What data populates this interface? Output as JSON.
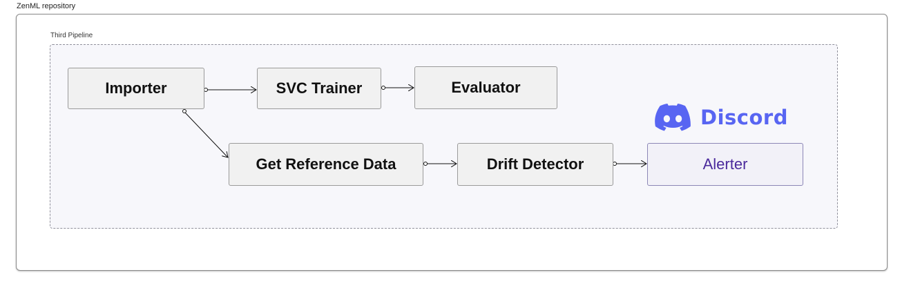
{
  "repository": {
    "title": "ZenML repository"
  },
  "pipeline": {
    "title": "Third Pipeline",
    "steps": {
      "importer": "Importer",
      "svc_trainer": "SVC Trainer",
      "evaluator": "Evaluator",
      "get_reference_data": "Get Reference Data",
      "drift_detector": "Drift Detector",
      "alerter": "Alerter"
    },
    "edges": [
      {
        "from": "Importer",
        "to": "SVC Trainer"
      },
      {
        "from": "SVC Trainer",
        "to": "Evaluator"
      },
      {
        "from": "Importer",
        "to": "Get Reference Data"
      },
      {
        "from": "Get Reference Data",
        "to": "Drift Detector"
      },
      {
        "from": "Drift Detector",
        "to": "Alerter"
      }
    ]
  },
  "integration": {
    "logo_icon": "discord-icon",
    "name": "Discord",
    "brand_color": "#5865f2"
  },
  "colors": {
    "alerter_text": "#4b2a9c",
    "node_fill": "#f1f1f1",
    "pipeline_fill": "#f7f7fb"
  }
}
